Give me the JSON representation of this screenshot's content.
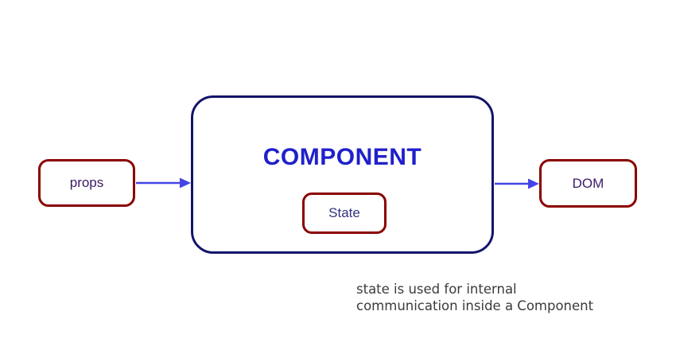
{
  "diagram": {
    "props_label": "props",
    "component_label": "COMPONENT",
    "state_label": "State",
    "dom_label": "DOM"
  },
  "caption": {
    "lines": [
      "state is used for internal",
      "communication inside a Component"
    ]
  },
  "colors": {
    "red-border": "#8b0000",
    "navy-border": "#14146b",
    "blue-title": "#2020cc",
    "purple-text": "#3d1a68",
    "state-text": "#32327e",
    "arrow": "#4444e6",
    "caption-text": "#3b3b3b",
    "background": "#ffffff"
  }
}
